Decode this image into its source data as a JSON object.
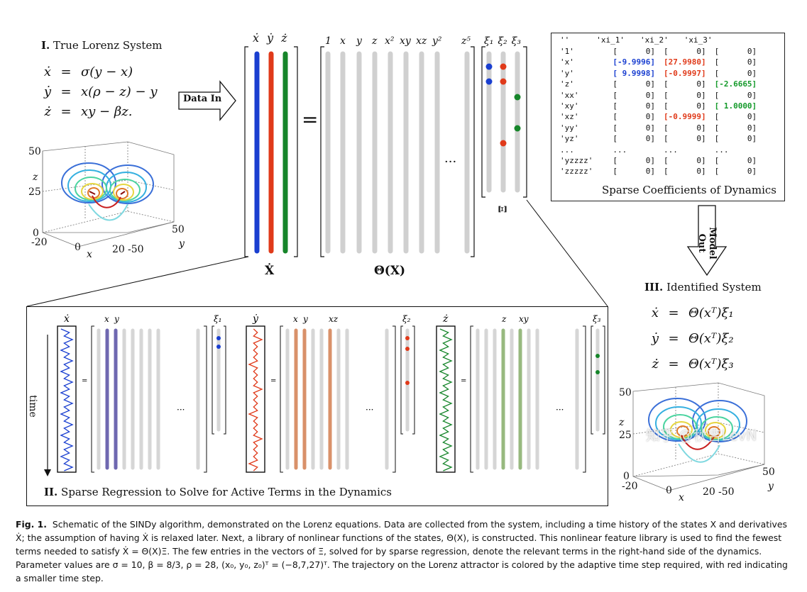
{
  "section1": {
    "num": "I.",
    "title": "True Lorenz System",
    "equations": [
      {
        "lhs": "ẋ",
        "rel": "=",
        "rhs": "σ(y − x)"
      },
      {
        "lhs": "ẏ",
        "rel": "=",
        "rhs": "x(ρ − z) − y"
      },
      {
        "lhs": "ż",
        "rel": "=",
        "rhs": "xy − βz."
      }
    ]
  },
  "plot_true": {
    "zlabel": "z",
    "xlabel": "x",
    "ylabel": "y",
    "z_ticks": [
      "50",
      "25",
      "0"
    ],
    "x_ticks": [
      "-20",
      "0",
      "20"
    ],
    "y_ticks": [
      "50",
      "-50"
    ]
  },
  "arrows": {
    "data_in": "Data In",
    "model_out": "Model Out"
  },
  "matrix_X": {
    "headers": [
      "ẋ",
      "ẏ",
      "ż"
    ],
    "label": "Ẋ",
    "colors": [
      "#1a3fd0",
      "#e03a1a",
      "#16852a"
    ]
  },
  "equals": "=",
  "theta": {
    "headers": [
      "1",
      "x",
      "y",
      "z",
      "x²",
      "xy",
      "xz",
      "y²"
    ],
    "last_header": "z⁵",
    "ellipsis": "···",
    "label": "Θ(X)"
  },
  "xi": {
    "headers": [
      "ξ₁",
      "ξ₂",
      "ξ₃"
    ],
    "label": "Ξ"
  },
  "coef_table": {
    "header": [
      "''",
      "'xi_1'",
      "'xi_2'",
      "'xi_3'"
    ],
    "rows": [
      [
        "'1'",
        "[      0]",
        "[      0]",
        "[      0]"
      ],
      [
        "'x'",
        "[-9.9996]",
        "[27.9980]",
        "[      0]"
      ],
      [
        "'y'",
        "[ 9.9998]",
        "[-0.9997]",
        "[      0]"
      ],
      [
        "'z'",
        "[      0]",
        "[      0]",
        "[-2.6665]"
      ],
      [
        "'xx'",
        "[      0]",
        "[      0]",
        "[      0]"
      ],
      [
        "'xy'",
        "[      0]",
        "[      0]",
        "[ 1.0000]"
      ],
      [
        "'xz'",
        "[      0]",
        "[-0.9999]",
        "[      0]"
      ],
      [
        "'yy'",
        "[      0]",
        "[      0]",
        "[      0]"
      ],
      [
        "'yz'",
        "[      0]",
        "[      0]",
        "[      0]"
      ],
      [
        "...",
        "...",
        "...",
        "..."
      ],
      [
        "'yzzzz'",
        "[      0]",
        "[      0]",
        "[      0]"
      ],
      [
        "'zzzzz'",
        "[      0]",
        "[      0]",
        "[      0]"
      ]
    ],
    "highlight": {
      "1-1": "blue",
      "2-1": "blue",
      "1-2": "red",
      "2-2": "red",
      "6-2": "red",
      "3-3": "green",
      "5-3": "green"
    },
    "caption": "Sparse Coefficients of Dynamics"
  },
  "section3": {
    "num": "III.",
    "title": "Identified System",
    "equations": [
      {
        "lhs": "ẋ",
        "rel": "=",
        "rhs": "Θ(xᵀ)ξ₁"
      },
      {
        "lhs": "ẏ",
        "rel": "=",
        "rhs": "Θ(xᵀ)ξ₂"
      },
      {
        "lhs": "ż",
        "rel": "=",
        "rhs": "Θ(xᵀ)ξ₃"
      }
    ]
  },
  "plot_identified": {
    "zlabel": "z",
    "xlabel": "x",
    "ylabel": "y",
    "z_ticks": [
      "50",
      "25",
      "0"
    ],
    "x_ticks": [
      "-20",
      "0",
      "20"
    ],
    "y_ticks": [
      "50",
      "-50"
    ]
  },
  "section2": {
    "num": "II.",
    "title": "Sparse Regression to Solve for Active Terms in the Dynamics",
    "time_label": "time",
    "panels": [
      {
        "deriv": "ẋ",
        "xi": "ξ₁",
        "active": [
          "x",
          "y"
        ],
        "color": "#1a3fd0",
        "col_color": "#6f68b0"
      },
      {
        "deriv": "ẏ",
        "xi": "ξ₂",
        "active": [
          "x",
          "y",
          "xz"
        ],
        "color": "#e03a1a",
        "col_color": "#d9916a"
      },
      {
        "deriv": "ż",
        "xi": "ξ₃",
        "active": [
          "z",
          "xy"
        ],
        "color": "#16852a",
        "col_color": "#97b97f"
      }
    ],
    "eq": "=",
    "ellipsis": "···"
  },
  "caption": {
    "fig": "Fig. 1.",
    "text": "Schematic of the SINDy algorithm, demonstrated on the Lorenz equations. Data are collected from the system, including a time history of the states X and derivatives Ẋ; the assumption of having Ẋ is relaxed later. Next, a library of nonlinear functions of the states, Θ(X), is constructed. This nonlinear feature library is used to find the fewest terms needed to satisfy Ẋ = Θ(X)Ξ. The few entries in the vectors of Ξ, solved for by sparse regression, denote the relevant terms in the right-hand side of the dynamics. Parameter values are σ = 10, β = 8/3, ρ = 28, (x₀, y₀, z₀)ᵀ = (−8,7,27)ᵀ. The trajectory on the Lorenz attractor is colored by the adaptive time step required, with red indicating a smaller time step."
  },
  "watermark": "知乎 @秋吉LevN"
}
